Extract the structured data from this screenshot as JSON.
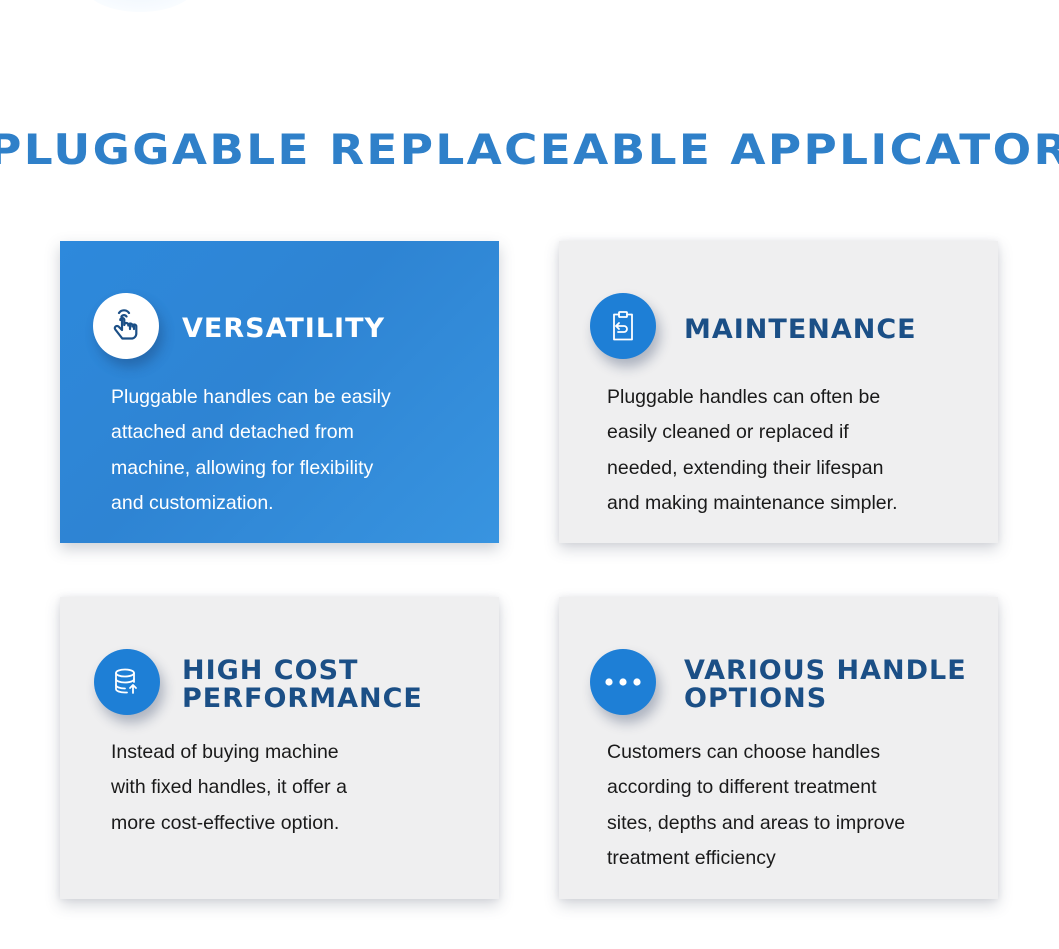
{
  "page": {
    "title": "PLUGGABLE REPLACEABLE APPLICATOR"
  },
  "colors": {
    "title_blue": "#2f80c9",
    "heading_navy": "#1b4f86",
    "card_gray": "#efeff0",
    "active_card_blue": "#2e86d6",
    "icon_circle_blue": "#1e7fd6"
  },
  "cards": [
    {
      "heading": "VERSATILITY",
      "icon": "hand-pointer-icon",
      "active": true,
      "lines": [
        "Pluggable handles can be easily",
        "attached and detached from",
        "machine, allowing for flexibility",
        "and customization."
      ]
    },
    {
      "heading": "MAINTENANCE",
      "icon": "clipboard-return-icon",
      "active": false,
      "lines": [
        "Pluggable handles can often be",
        "easily cleaned or replaced if",
        "needed, extending their lifespan",
        "and making maintenance simpler."
      ]
    },
    {
      "heading_lines": [
        "HIGH COST",
        "PERFORMANCE"
      ],
      "icon": "database-upload-icon",
      "active": false,
      "lines": [
        "Instead of buying machine",
        "with fixed handles, it offer a",
        "more cost-effective option."
      ]
    },
    {
      "heading_lines": [
        "VARIOUS HANDLE",
        "OPTIONS"
      ],
      "icon": "more-dots-icon",
      "active": false,
      "lines": [
        "Customers can choose handles",
        "according to different treatment",
        "sites, depths and areas to improve",
        "treatment efficiency"
      ]
    }
  ]
}
